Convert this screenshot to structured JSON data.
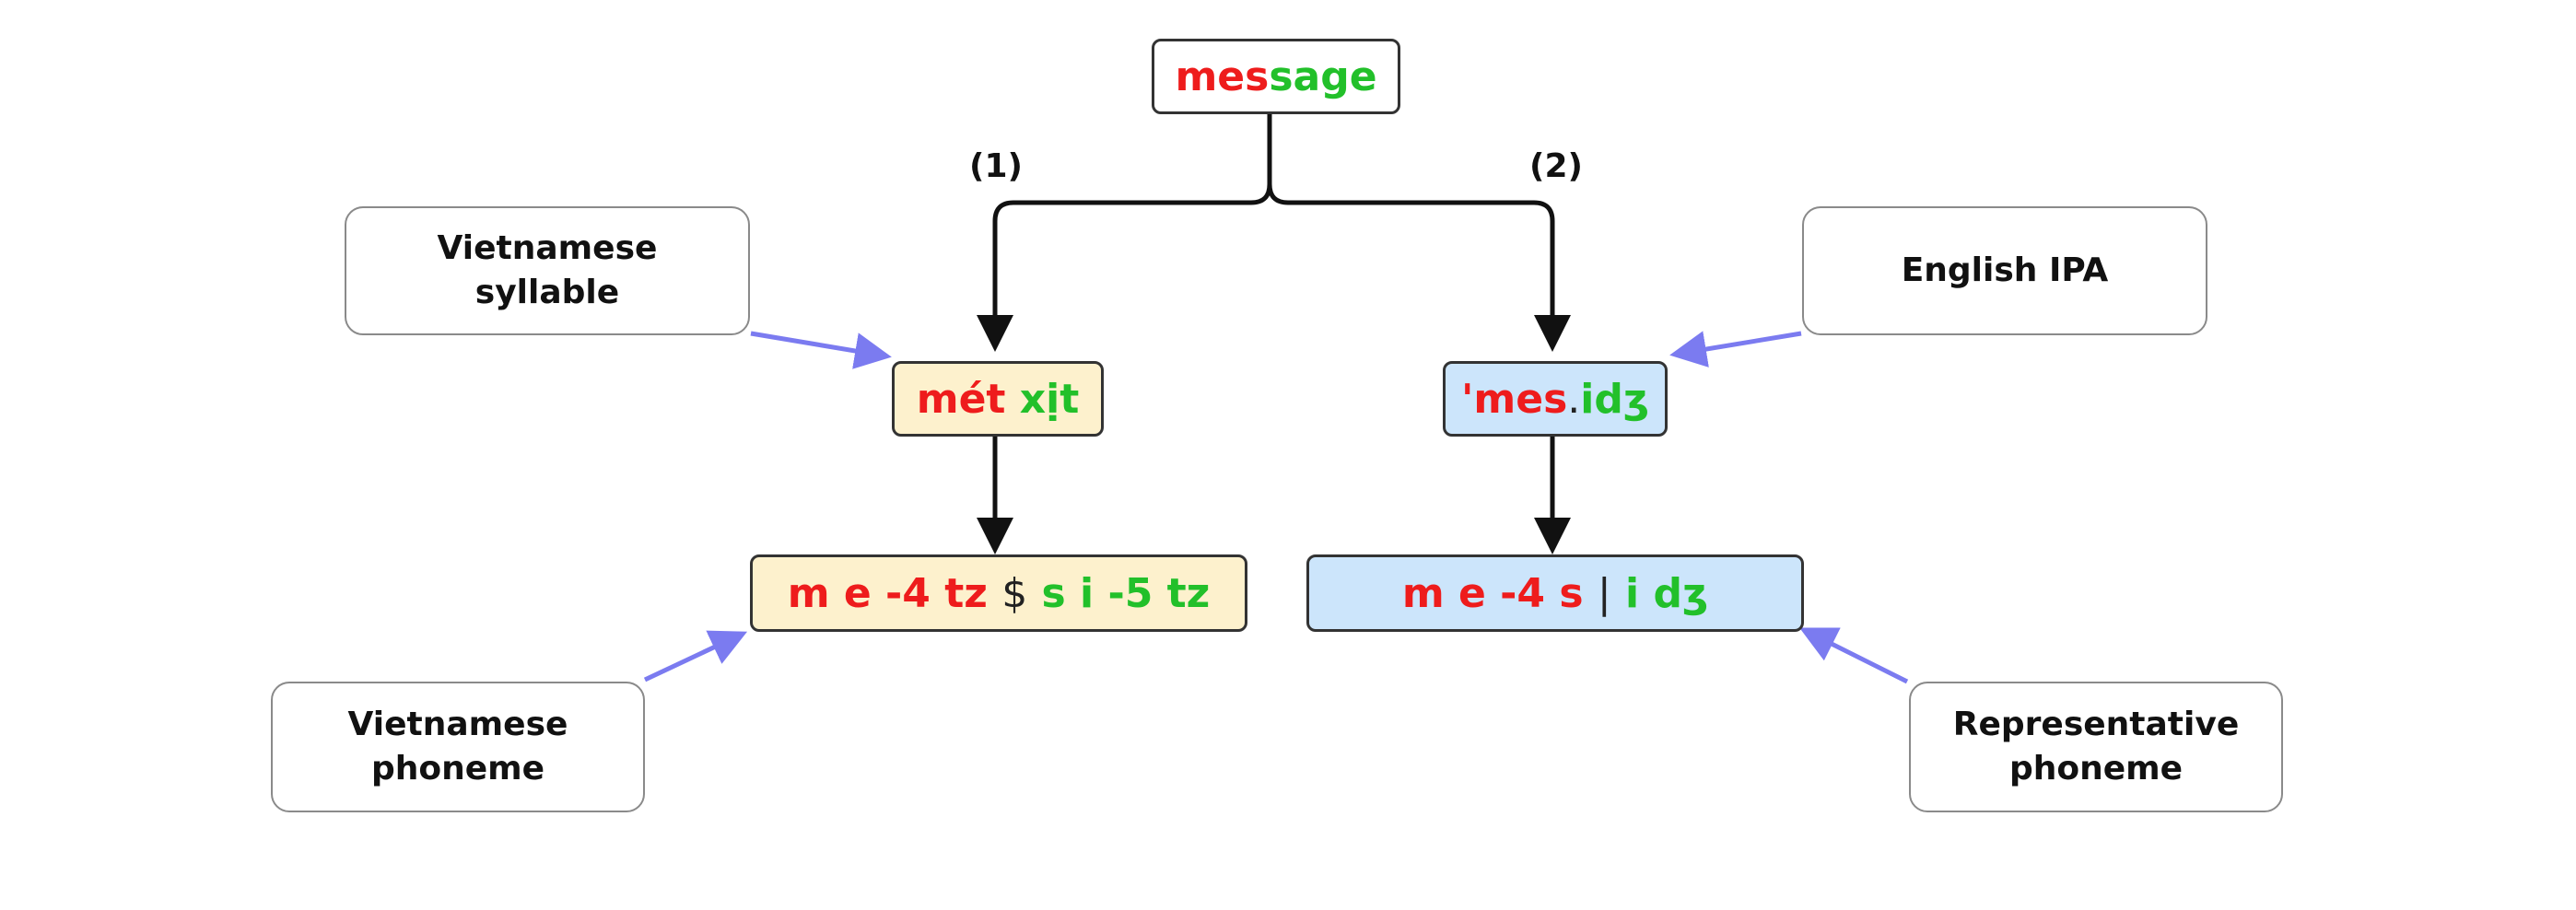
{
  "root": {
    "part1": "mes",
    "part2": "sage"
  },
  "branch_labels": {
    "left": "(1)",
    "right": "(2)"
  },
  "left_syllable": {
    "part1": "mét",
    "part2": "xịt"
  },
  "left_phoneme": {
    "part1": "m e -4 tz",
    "sep": "$",
    "part2": "s i -5 tz"
  },
  "right_ipa": {
    "part1": "'mes",
    "dot": ".",
    "part2": "idʒ"
  },
  "right_phoneme": {
    "part1": "m e -4 s",
    "sep": "|",
    "part2": "i dʒ"
  },
  "labels": {
    "vietnamese_syllable": "Vietnamese\nsyllable",
    "english_ipa": "English IPA",
    "vietnamese_phoneme": "Vietnamese\nphoneme",
    "representative_phoneme": "Representative\nphoneme"
  },
  "colors": {
    "red": "#ee1c1c",
    "green": "#22c02a",
    "yellow_fill": "#fdf1cd",
    "blue_fill": "#cce5fb",
    "pointer_arrow": "#7b7bf0"
  }
}
